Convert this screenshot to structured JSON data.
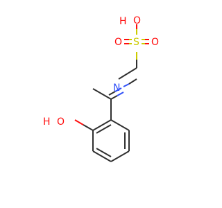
{
  "molecule": {
    "atoms": {
      "sulfonic_h": "H",
      "sulfonic_o_top": "O",
      "sulfur": "S",
      "sulfonic_o_left": "O",
      "sulfonic_o_right": "O",
      "imine_n": "N",
      "phenol_h": "H",
      "phenol_o": "O"
    },
    "colors": {
      "carbon_bond": "#303030",
      "oxygen": "#ff0d0d",
      "sulfur": "#cccc00",
      "nitrogen": "#3050f8"
    }
  }
}
